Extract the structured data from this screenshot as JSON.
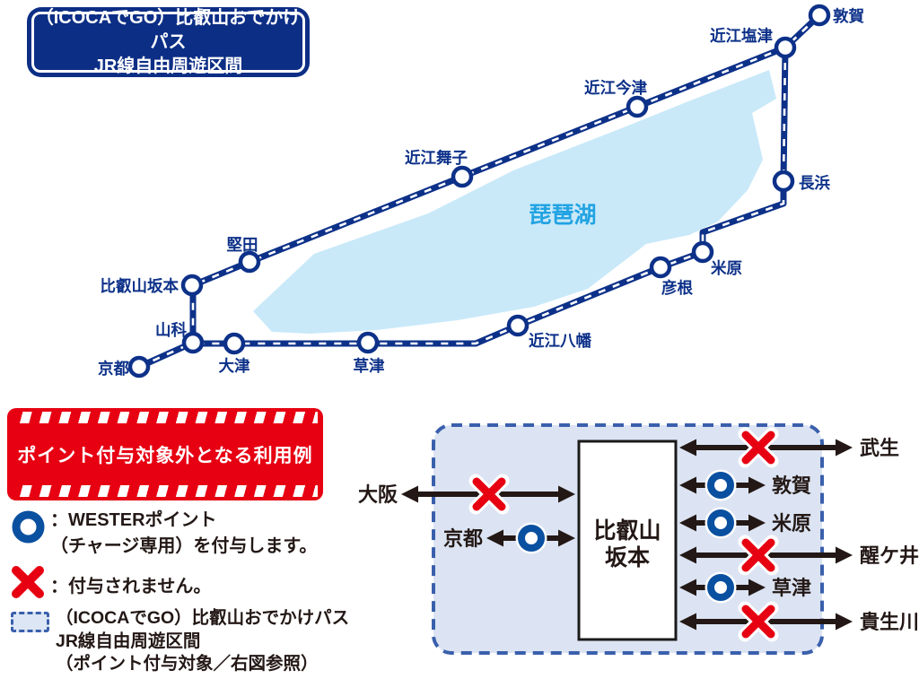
{
  "colors": {
    "navy": "#0d3189",
    "title_bg": "#0c2e85",
    "lake_fill": "#c9e9f9",
    "lake_label": "#22a3e2",
    "red": "#e60012",
    "ink": "#231815",
    "ring_blue": "#0a50a0",
    "panel_bg": "#dce4f3",
    "panel_border": "#3a60ac"
  },
  "title_box": {
    "line1": "（ICOCAでGO）比叡山おでかけパス",
    "line2": "JR線自由周遊区間"
  },
  "map": {
    "lake_label": "琵琶湖",
    "stations": [
      {
        "name": "敦賀"
      },
      {
        "name": "近江塩津"
      },
      {
        "name": "近江今津"
      },
      {
        "name": "近江舞子"
      },
      {
        "name": "長浜"
      },
      {
        "name": "堅田"
      },
      {
        "name": "比叡山坂本"
      },
      {
        "name": "米原"
      },
      {
        "name": "彦根"
      },
      {
        "name": "山科"
      },
      {
        "name": "京都"
      },
      {
        "name": "大津"
      },
      {
        "name": "草津"
      },
      {
        "name": "近江八幡"
      }
    ]
  },
  "legend": {
    "banner": "ポイント付与対象外となる利用例",
    "wester_item": {
      "line1": "：WESTERポイント",
      "line2": "（チャージ専用）を付与します。"
    },
    "x_item": "：付与されません。",
    "area_item": {
      "line1": "（ICOCAでGO）比叡山おでかけパス",
      "line2": "JR線自由周遊区間",
      "line3": "（ポイント付与対象／右図参照）"
    }
  },
  "diagram": {
    "center_station": {
      "line1": "比叡山",
      "line2": "坂本"
    },
    "left_rows": [
      {
        "label": "大阪",
        "mark": "x"
      },
      {
        "label": "京都",
        "mark": "circle"
      }
    ],
    "right_rows": [
      {
        "label": "武生",
        "mark": "x"
      },
      {
        "label": "敦賀",
        "mark": "circle"
      },
      {
        "label": "米原",
        "mark": "circle"
      },
      {
        "label": "醒ケ井",
        "mark": "x"
      },
      {
        "label": "草津",
        "mark": "circle"
      },
      {
        "label": "貴生川",
        "mark": "x"
      }
    ]
  }
}
